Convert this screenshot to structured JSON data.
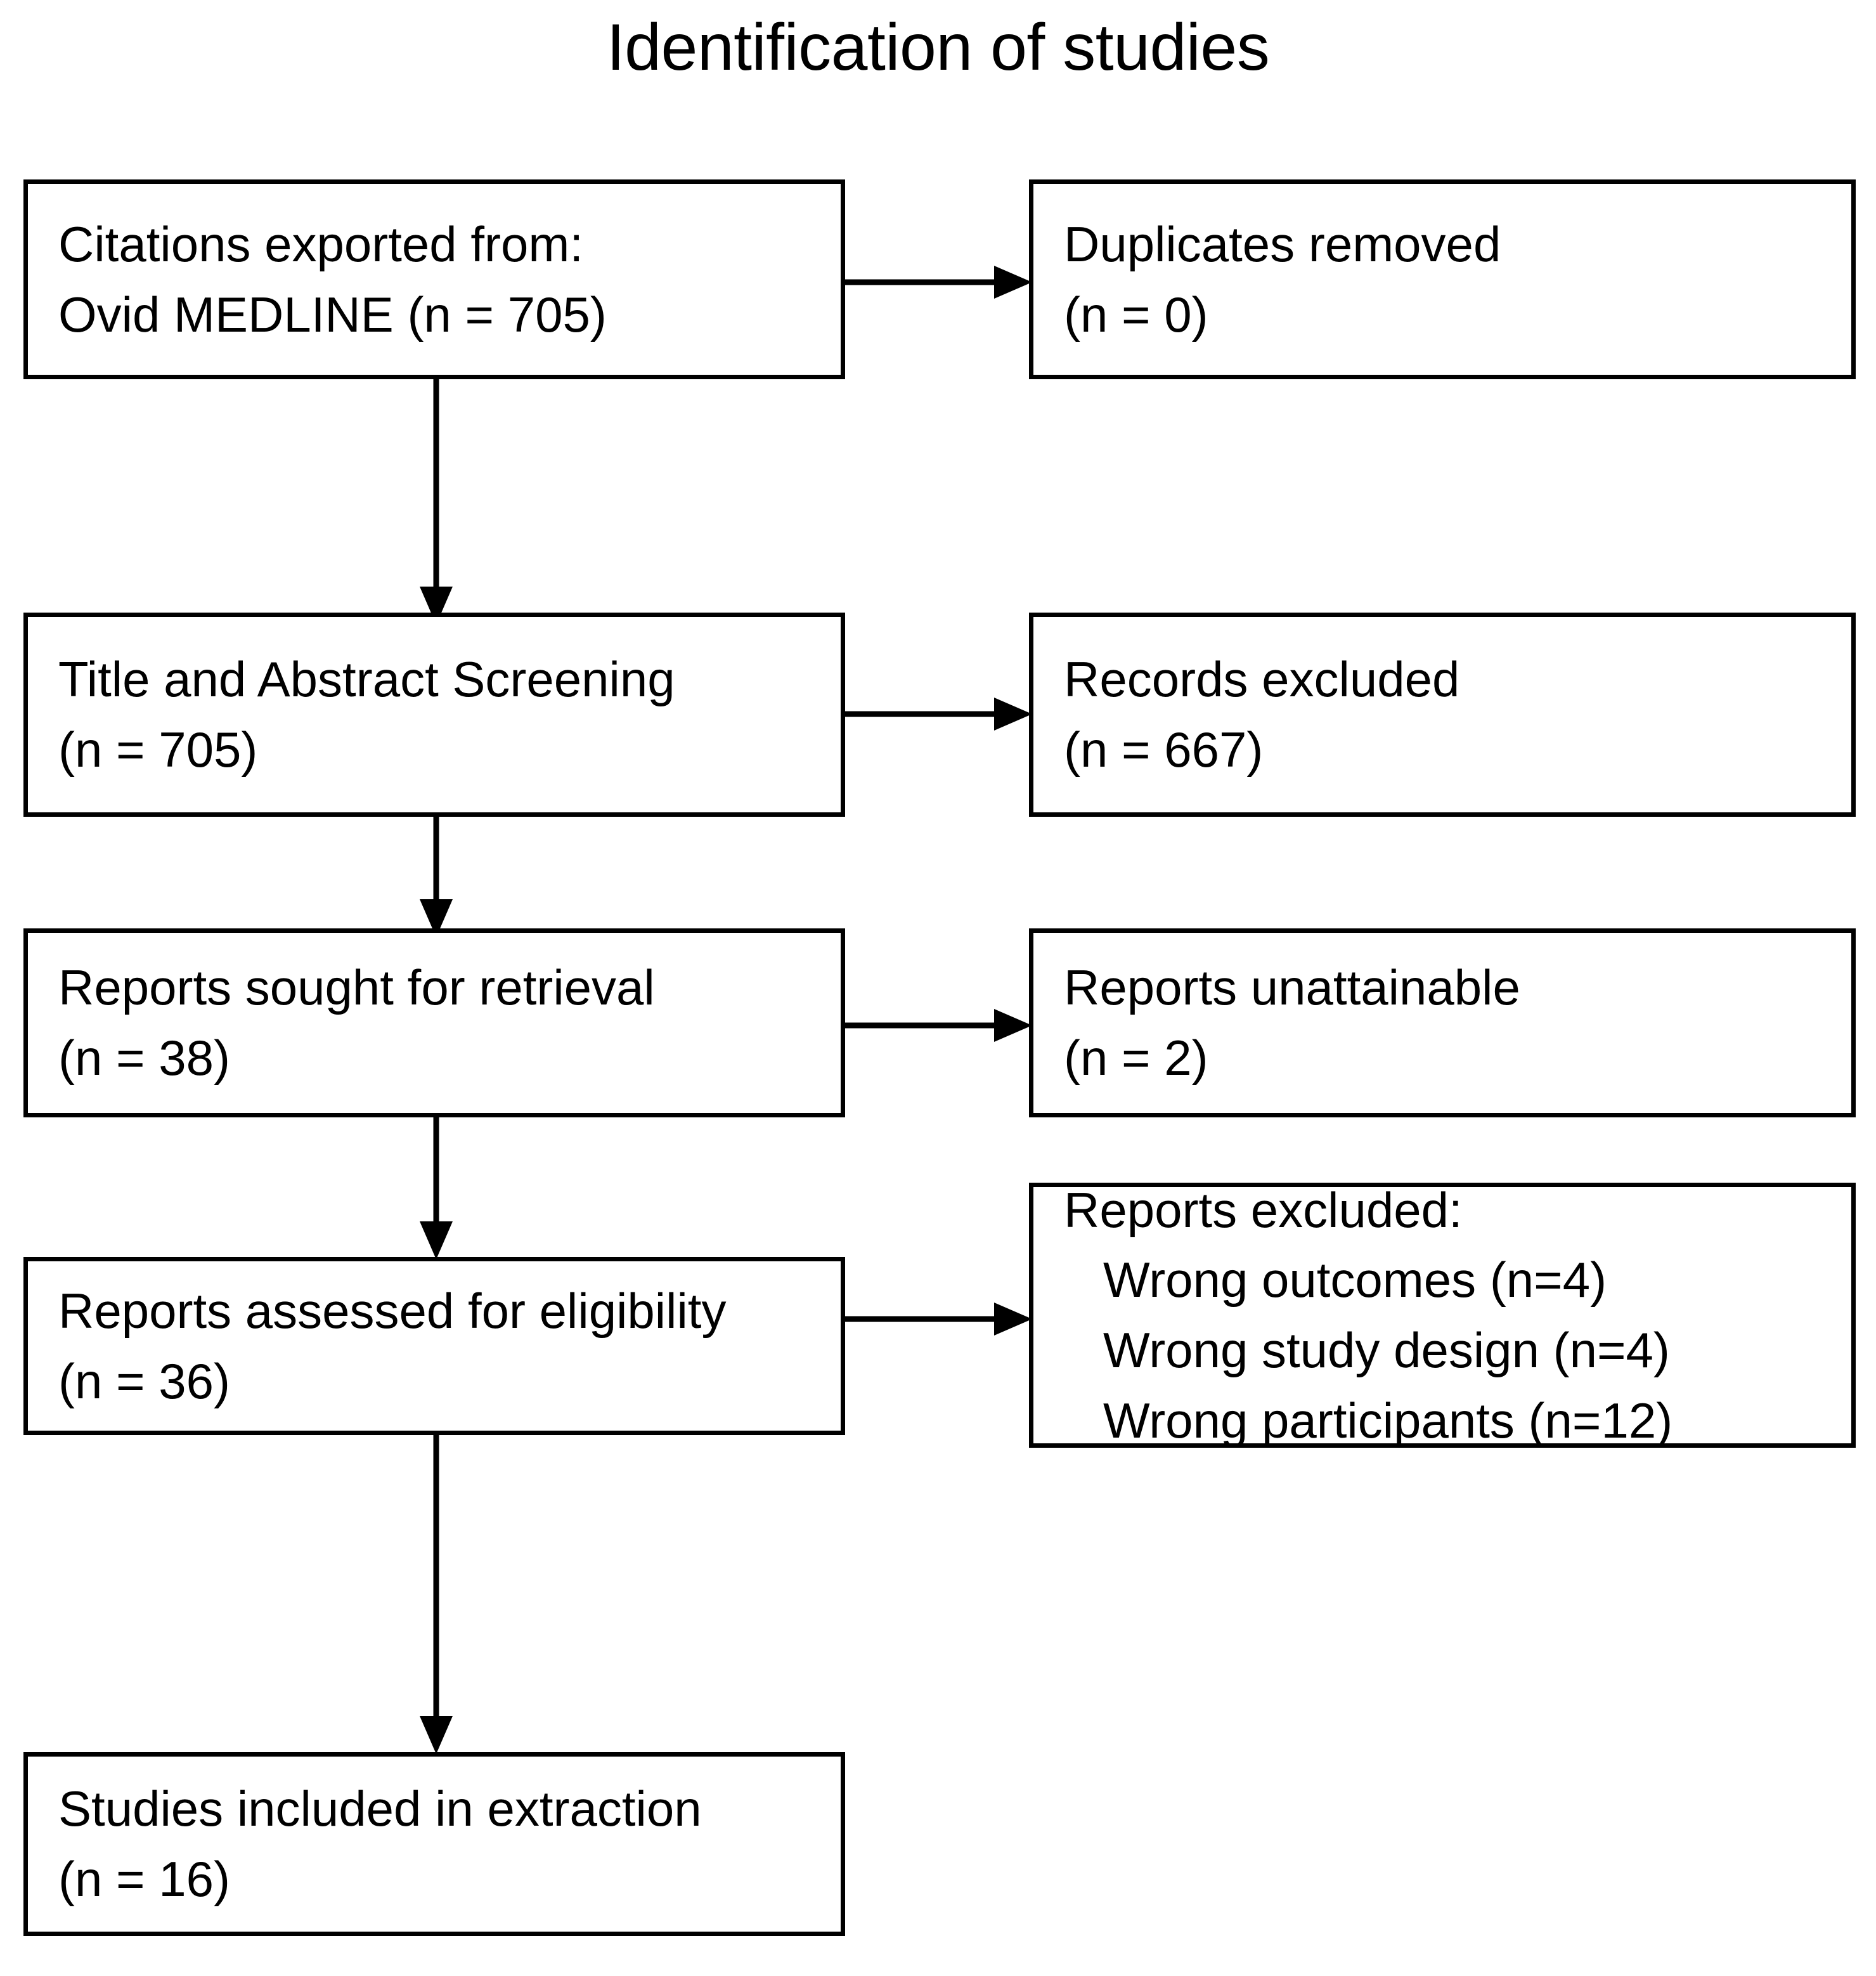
{
  "diagram": {
    "title": "Identification of studies",
    "type": "prisma-flow-diagram",
    "nodes": [
      {
        "id": "citations-exported",
        "column": "left",
        "lines": [
          "Citations exported from:",
          "Ovid MEDLINE (n = 705)"
        ],
        "count": 705
      },
      {
        "id": "duplicates-removed",
        "column": "right",
        "lines": [
          "Duplicates removed",
          "(n = 0)"
        ],
        "count": 0
      },
      {
        "id": "title-abstract-screening",
        "column": "left",
        "lines": [
          "Title and Abstract Screening",
          "(n = 705)"
        ],
        "count": 705
      },
      {
        "id": "records-excluded",
        "column": "right",
        "lines": [
          "Records excluded",
          "(n = 667)"
        ],
        "count": 667
      },
      {
        "id": "reports-sought",
        "column": "left",
        "lines": [
          "Reports sought for retrieval",
          "(n = 38)"
        ],
        "count": 38
      },
      {
        "id": "reports-unattainable",
        "column": "right",
        "lines": [
          "Reports unattainable",
          "(n = 2)"
        ],
        "count": 2
      },
      {
        "id": "reports-assessed",
        "column": "left",
        "lines": [
          "Reports assessed for eligibility",
          "(n = 36)"
        ],
        "count": 36
      },
      {
        "id": "reports-excluded-detail",
        "column": "right",
        "lines": [
          "Reports excluded:",
          "Wrong outcomes (n=4)",
          "Wrong study design (n=4)",
          "Wrong participants (n=12)"
        ],
        "reasons": [
          {
            "label": "Wrong outcomes",
            "count": 4
          },
          {
            "label": "Wrong study design",
            "count": 4
          },
          {
            "label": "Wrong participants",
            "count": 12
          }
        ]
      },
      {
        "id": "studies-included",
        "column": "left",
        "lines": [
          "Studies included in extraction",
          "(n = 16)"
        ],
        "count": 16
      }
    ],
    "colors": {
      "box_border": "#000000",
      "box_fill": "#ffffff",
      "text": "#000000",
      "arrow": "#000000",
      "background": "#ffffff"
    }
  },
  "boxes": {
    "citations_exported": {
      "line1": "Citations exported from:",
      "line2": "Ovid MEDLINE (n = 705)"
    },
    "duplicates_removed": {
      "line1": "Duplicates removed",
      "line2": "(n = 0)"
    },
    "title_abstract_screening": {
      "line1": "Title and Abstract Screening",
      "line2": "(n = 705)"
    },
    "records_excluded": {
      "line1": "Records excluded",
      "line2": "(n = 667)"
    },
    "reports_sought": {
      "line1": "Reports sought for retrieval",
      "line2": "(n = 38)"
    },
    "reports_unattainable": {
      "line1": "Reports unattainable",
      "line2": "(n = 2)"
    },
    "reports_assessed": {
      "line1": "Reports assessed for eligibility",
      "line2": "(n = 36)"
    },
    "reports_excluded_detail": {
      "line1": "Reports excluded:",
      "line2": "Wrong outcomes (n=4)",
      "line3": "Wrong study design (n=4)",
      "line4": "Wrong participants (n=12)"
    },
    "studies_included": {
      "line1": "Studies included in extraction",
      "line2": "(n = 16)"
    }
  }
}
